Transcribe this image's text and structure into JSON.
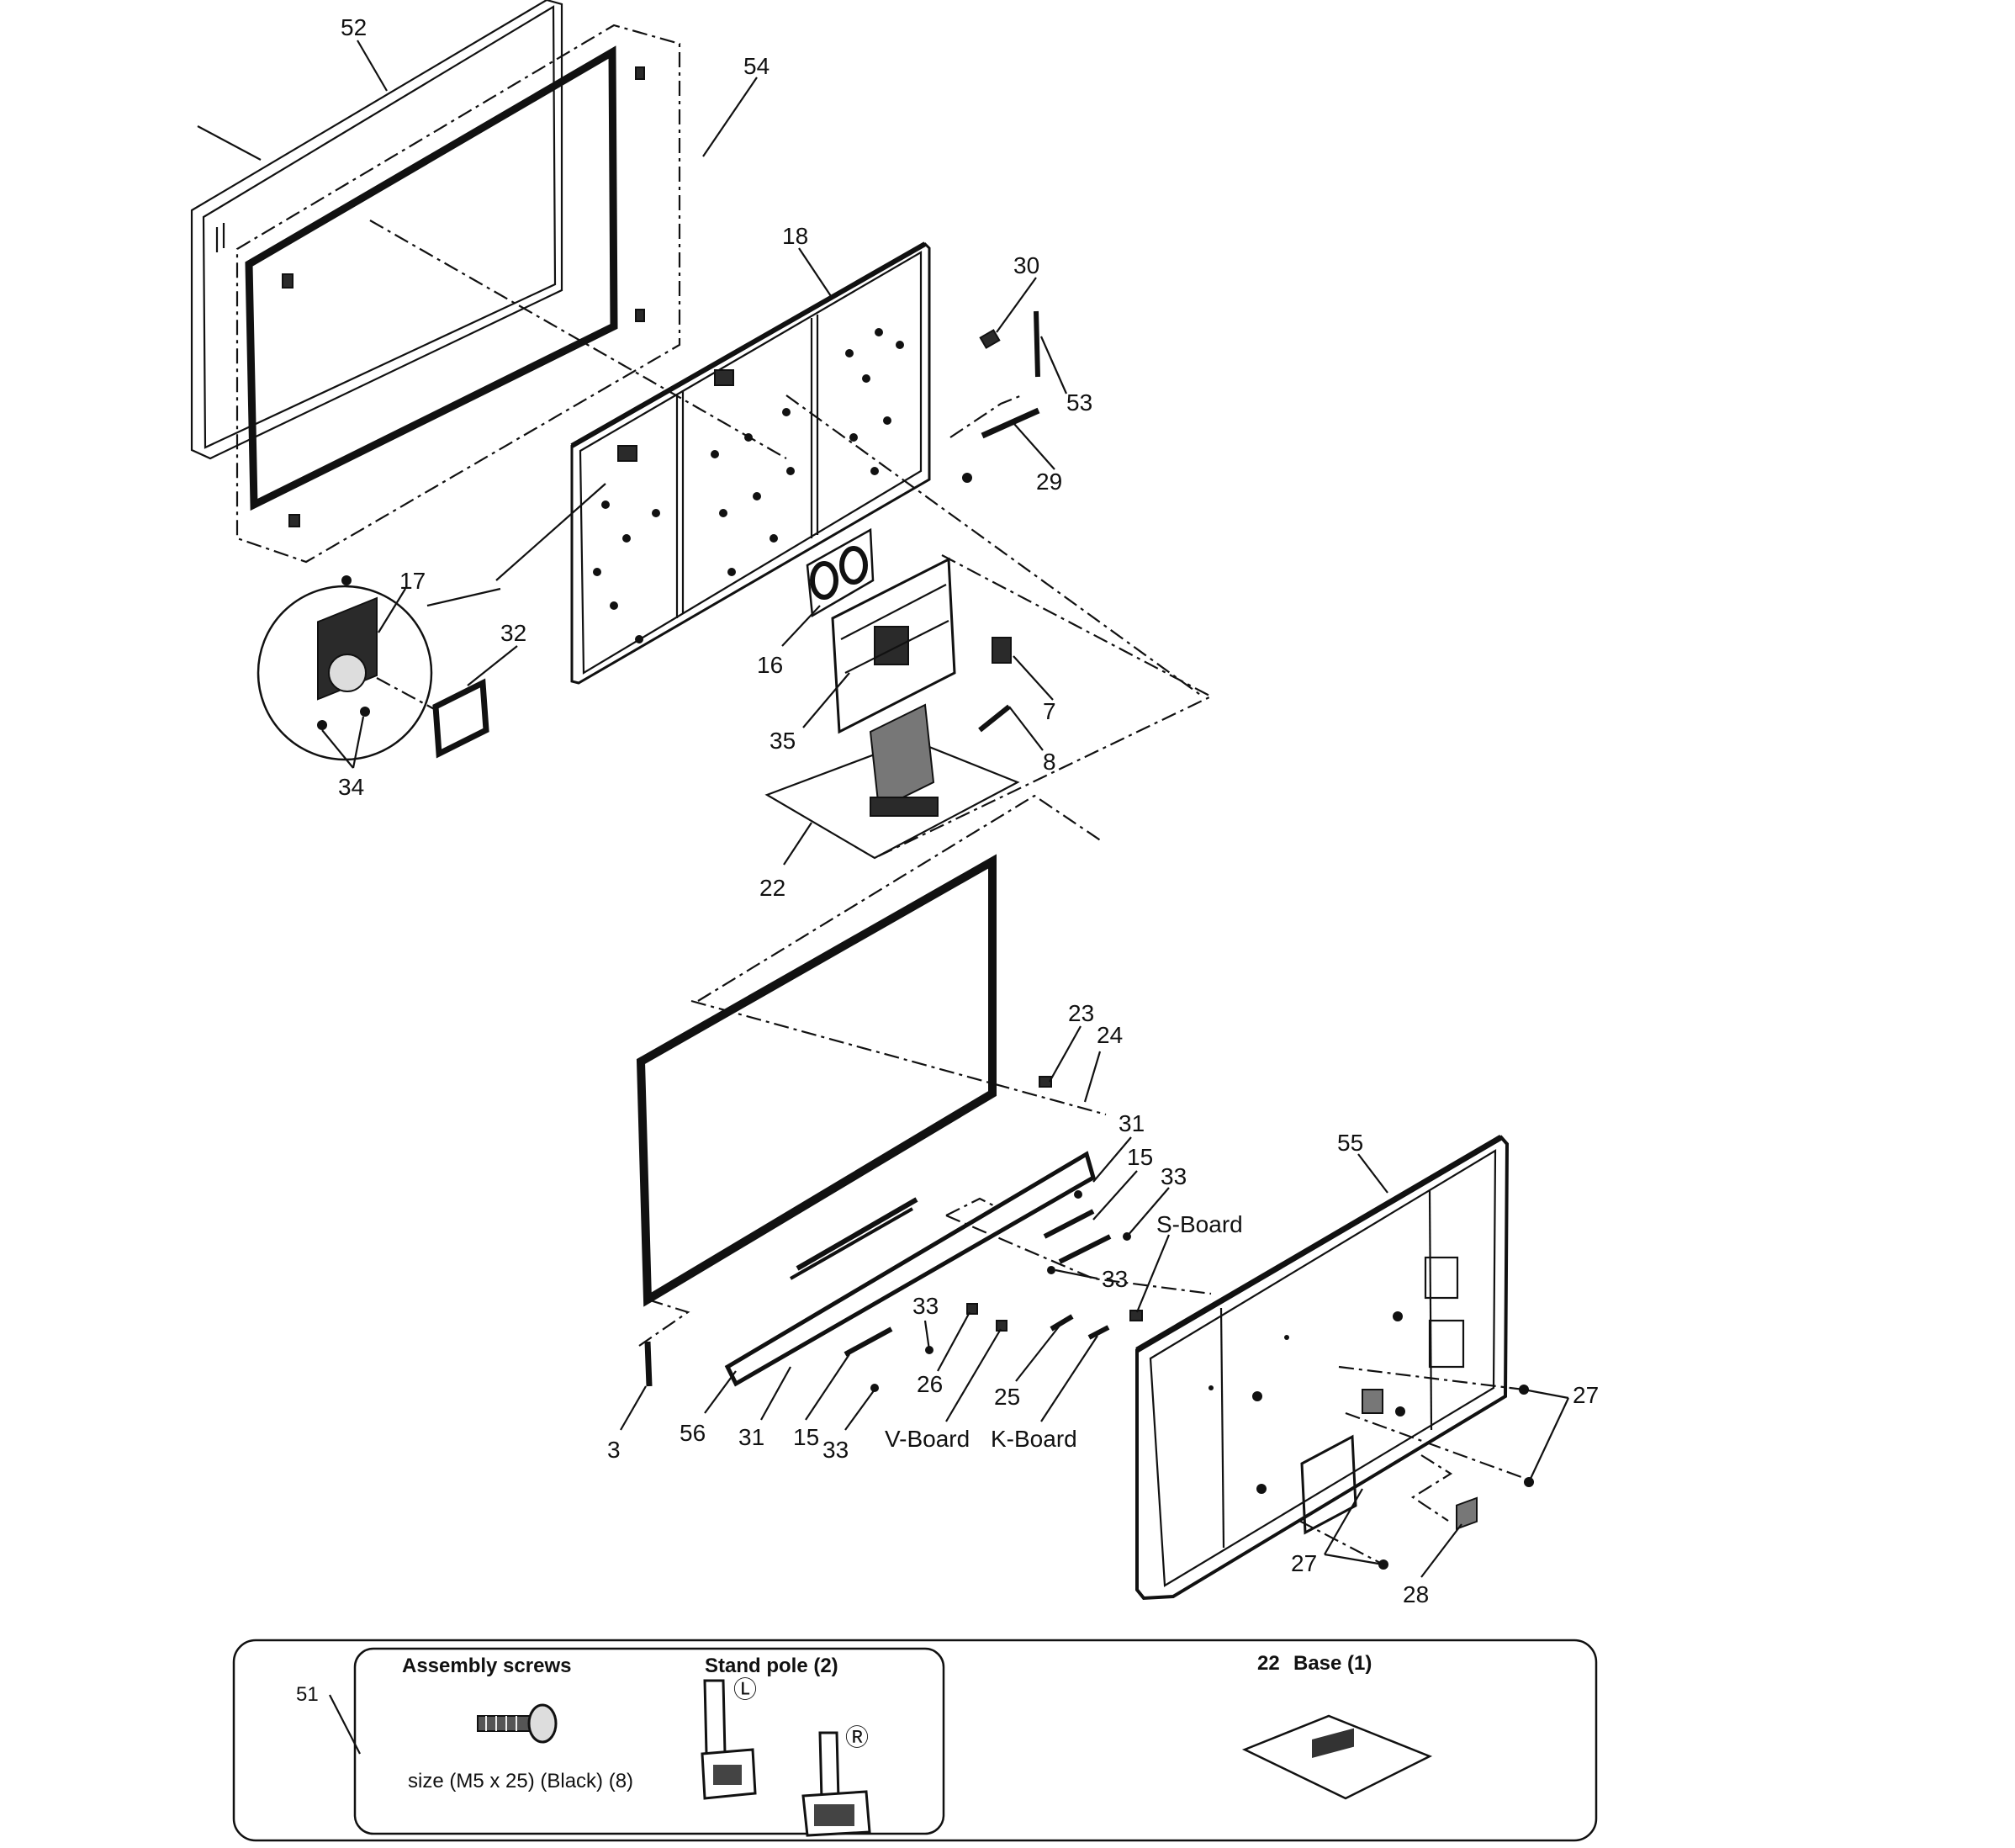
{
  "callouts": {
    "c52": "52",
    "c54": "54",
    "c18": "18",
    "c30": "30",
    "c53": "53",
    "c29": "29",
    "c17": "17",
    "c32": "32",
    "c34": "34",
    "c16": "16",
    "c35": "35",
    "c7": "7",
    "c8": "8",
    "c22": "22",
    "c23": "23",
    "c24": "24",
    "c31a": "31",
    "c15a": "15",
    "c33a": "33",
    "sboard": "S-Board",
    "c33b": "33",
    "c55": "55",
    "c33c": "33",
    "c26": "26",
    "c25": "25",
    "c27a": "27",
    "c3": "3",
    "c56": "56",
    "c31b": "31",
    "c15b": "15",
    "c33d": "33",
    "vboard": "V-Board",
    "kboard": "K-Board",
    "c27b": "27",
    "c28": "28"
  },
  "accessories": {
    "item_number": "51",
    "assembly_screws_title": "Assembly screws",
    "assembly_screws_size": "size (M5 x 25) (Black) (8)",
    "stand_pole_title": "Stand pole (2)",
    "stand_pole_left_mark": "Ⓛ",
    "stand_pole_right_mark": "Ⓡ",
    "base_number": "22",
    "base_title": "Base (1)"
  }
}
